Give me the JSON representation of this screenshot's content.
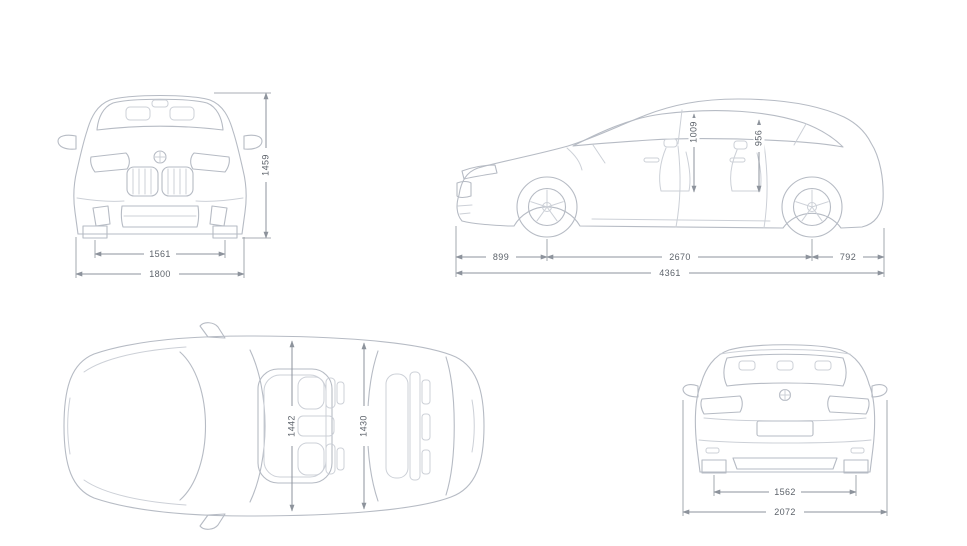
{
  "diagram": {
    "type": "vehicle-dimension-drawing",
    "line_color": "#b6bbc4",
    "line_color_light": "#ccd0d7",
    "dim_color": "#8d939c",
    "text_color": "#5d636b",
    "views": {
      "front": {
        "dim_track": "1561",
        "dim_overall_width": "1800",
        "dim_height": "1459"
      },
      "side": {
        "dim_front_overhang": "899",
        "dim_wheelbase": "2670",
        "dim_rear_overhang": "792",
        "dim_overall_length": "4361",
        "dim_front_headroom": "1009",
        "dim_rear_headroom": "956"
      },
      "top": {
        "dim_front_interior_width": "1442",
        "dim_rear_interior_width": "1430"
      },
      "rear": {
        "dim_rear_track": "1562",
        "dim_width_incl_mirrors": "2072"
      }
    }
  }
}
